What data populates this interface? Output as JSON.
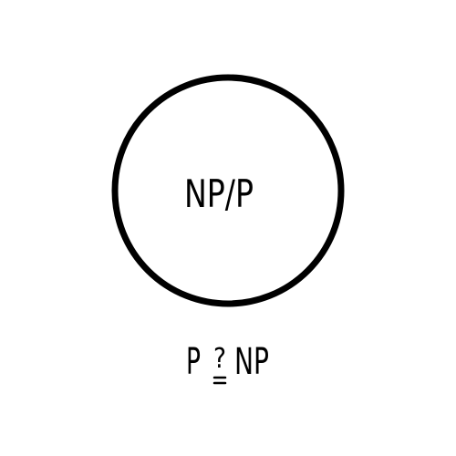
{
  "diagram": {
    "circle_label": "NP/P",
    "caption": {
      "left": "P",
      "relation": "?",
      "right": "NP"
    }
  },
  "colors": {
    "ink": "#000000",
    "background": "#ffffff"
  }
}
